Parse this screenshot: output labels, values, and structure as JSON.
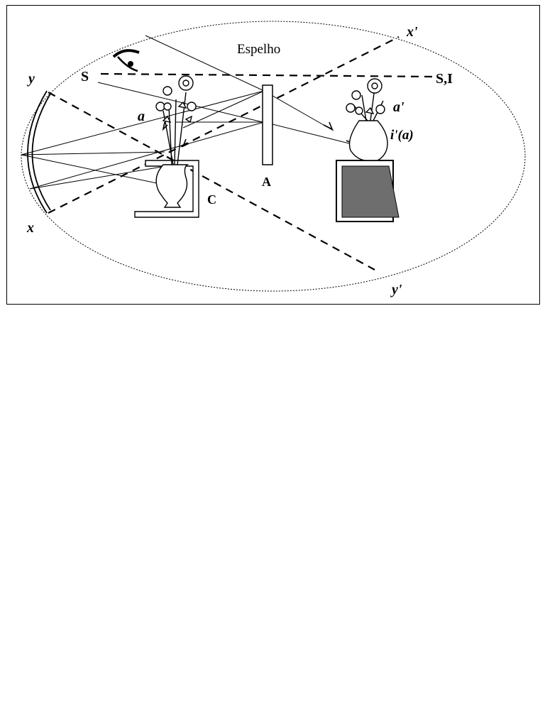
{
  "labels": {
    "mirror_title": "Espelho",
    "object_point": "S",
    "image_point": "S,I",
    "axis_y": "y",
    "axis_y_prime": "y'",
    "axis_x": "x",
    "axis_x_prime": "x'",
    "object_a": "a",
    "image_a_prime": "a'",
    "image_i_a": "i'(a)",
    "screen_a": "A",
    "box_c": "C"
  }
}
